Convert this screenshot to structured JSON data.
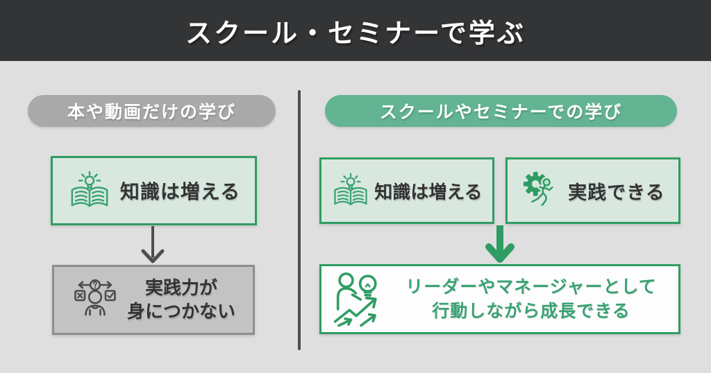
{
  "header": {
    "title": "スクール・セミナーで学ぶ"
  },
  "left_column": {
    "label": "本や動画だけの学び",
    "knowledge_box": {
      "text": "知識は増える",
      "icon": "book-lightbulb-icon"
    },
    "result_box": {
      "line1": "実践力が",
      "line2": "身につかない",
      "icon": "confused-person-icon"
    }
  },
  "right_column": {
    "label": "スクールやセミナーでの学び",
    "knowledge_box": {
      "text": "知識は増える",
      "icon": "book-lightbulb-icon"
    },
    "practice_box": {
      "text": "実践できる",
      "icon": "gear-runner-icon"
    },
    "result_box": {
      "line1": "リーダーやマネージャーとして",
      "line2": "行動しながら成長できる",
      "icon": "growth-icon"
    }
  },
  "icons": {
    "book_lightbulb": "book-lightbulb-icon",
    "gear_runner": "gear-runner-icon",
    "confused_person": "confused-person-icon",
    "growth": "growth-icon",
    "left_flow_arrow": "down-arrow-gray-icon",
    "right_flow_arrow": "down-arrow-green-icon"
  },
  "colors": {
    "header_bg": "#333436",
    "page_bg": "#dfdfdf",
    "green_main": "#2f9c63",
    "green_pill": "#63b493",
    "green_light_bg": "#d8e8df",
    "green_text": "#3aa273",
    "gray_pill": "#a9a9a9",
    "gray_box_bg": "#c3c3c3",
    "gray_box_border": "#8d8d8d",
    "dark_text": "#333333",
    "divider": "#4d4d4d"
  }
}
